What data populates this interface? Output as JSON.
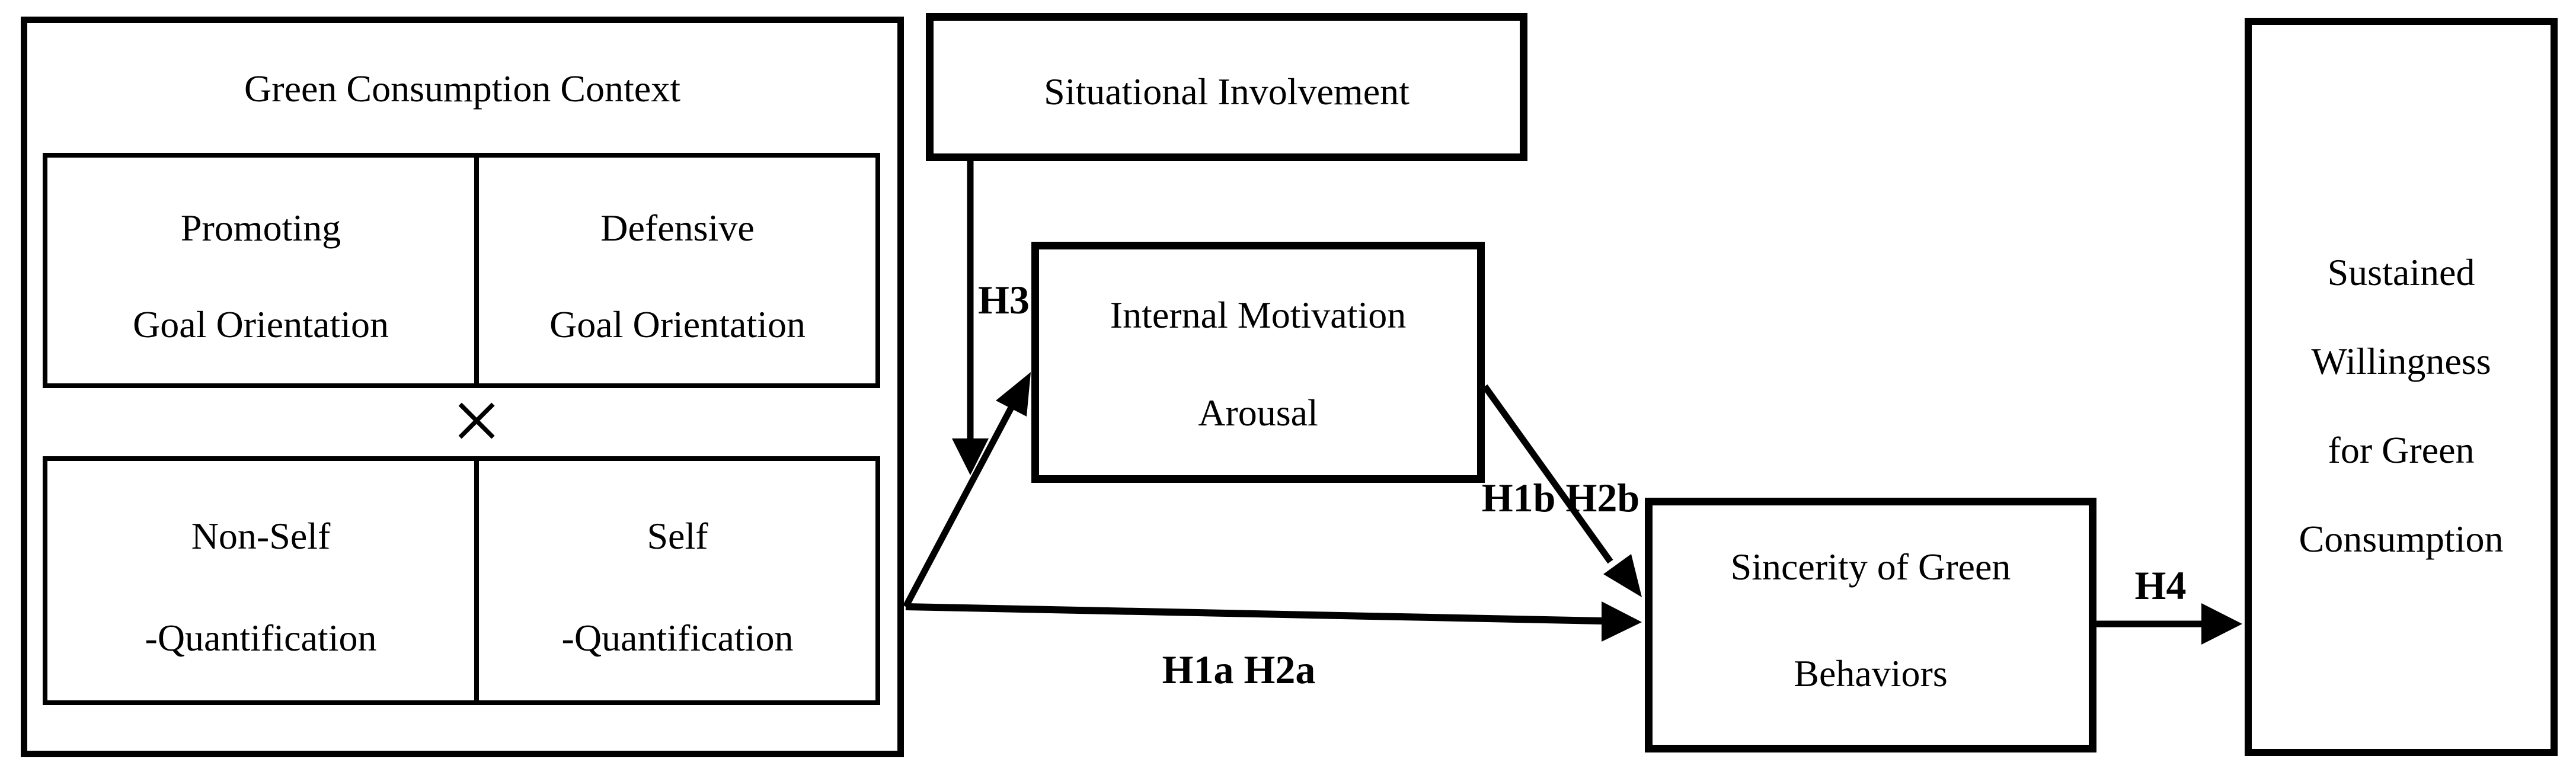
{
  "colors": {
    "ink": "#000000",
    "background": "#ffffff"
  },
  "nodes": {
    "green_consumption_context": {
      "title": "Green Consumption Context",
      "interaction_symbol": "×",
      "cells": {
        "promoting": {
          "line1": "Promoting",
          "line2": "Goal Orientation"
        },
        "defensive": {
          "line1": "Defensive",
          "line2": "Goal Orientation"
        },
        "non_self_quantification": {
          "line1": "Non-Self",
          "line2": "-Quantification"
        },
        "self_quantification": {
          "line1": "Self",
          "line2": "-Quantification"
        }
      }
    },
    "situational_involvement": {
      "label": "Situational Involvement"
    },
    "internal_motivation_arousal": {
      "line1": "Internal Motivation",
      "line2": "Arousal"
    },
    "sincerity_of_green_behaviors": {
      "line1": "Sincerity of Green",
      "line2": "Behaviors"
    },
    "sustained_willingness": {
      "line1": "Sustained",
      "line2": "Willingness",
      "line3": "for Green",
      "line4": "Consumption"
    }
  },
  "path_labels": {
    "h3": "H3",
    "h1a_h2a": "H1a H2a",
    "h1b_h2b": "H1b H2b",
    "h4": "H4"
  }
}
